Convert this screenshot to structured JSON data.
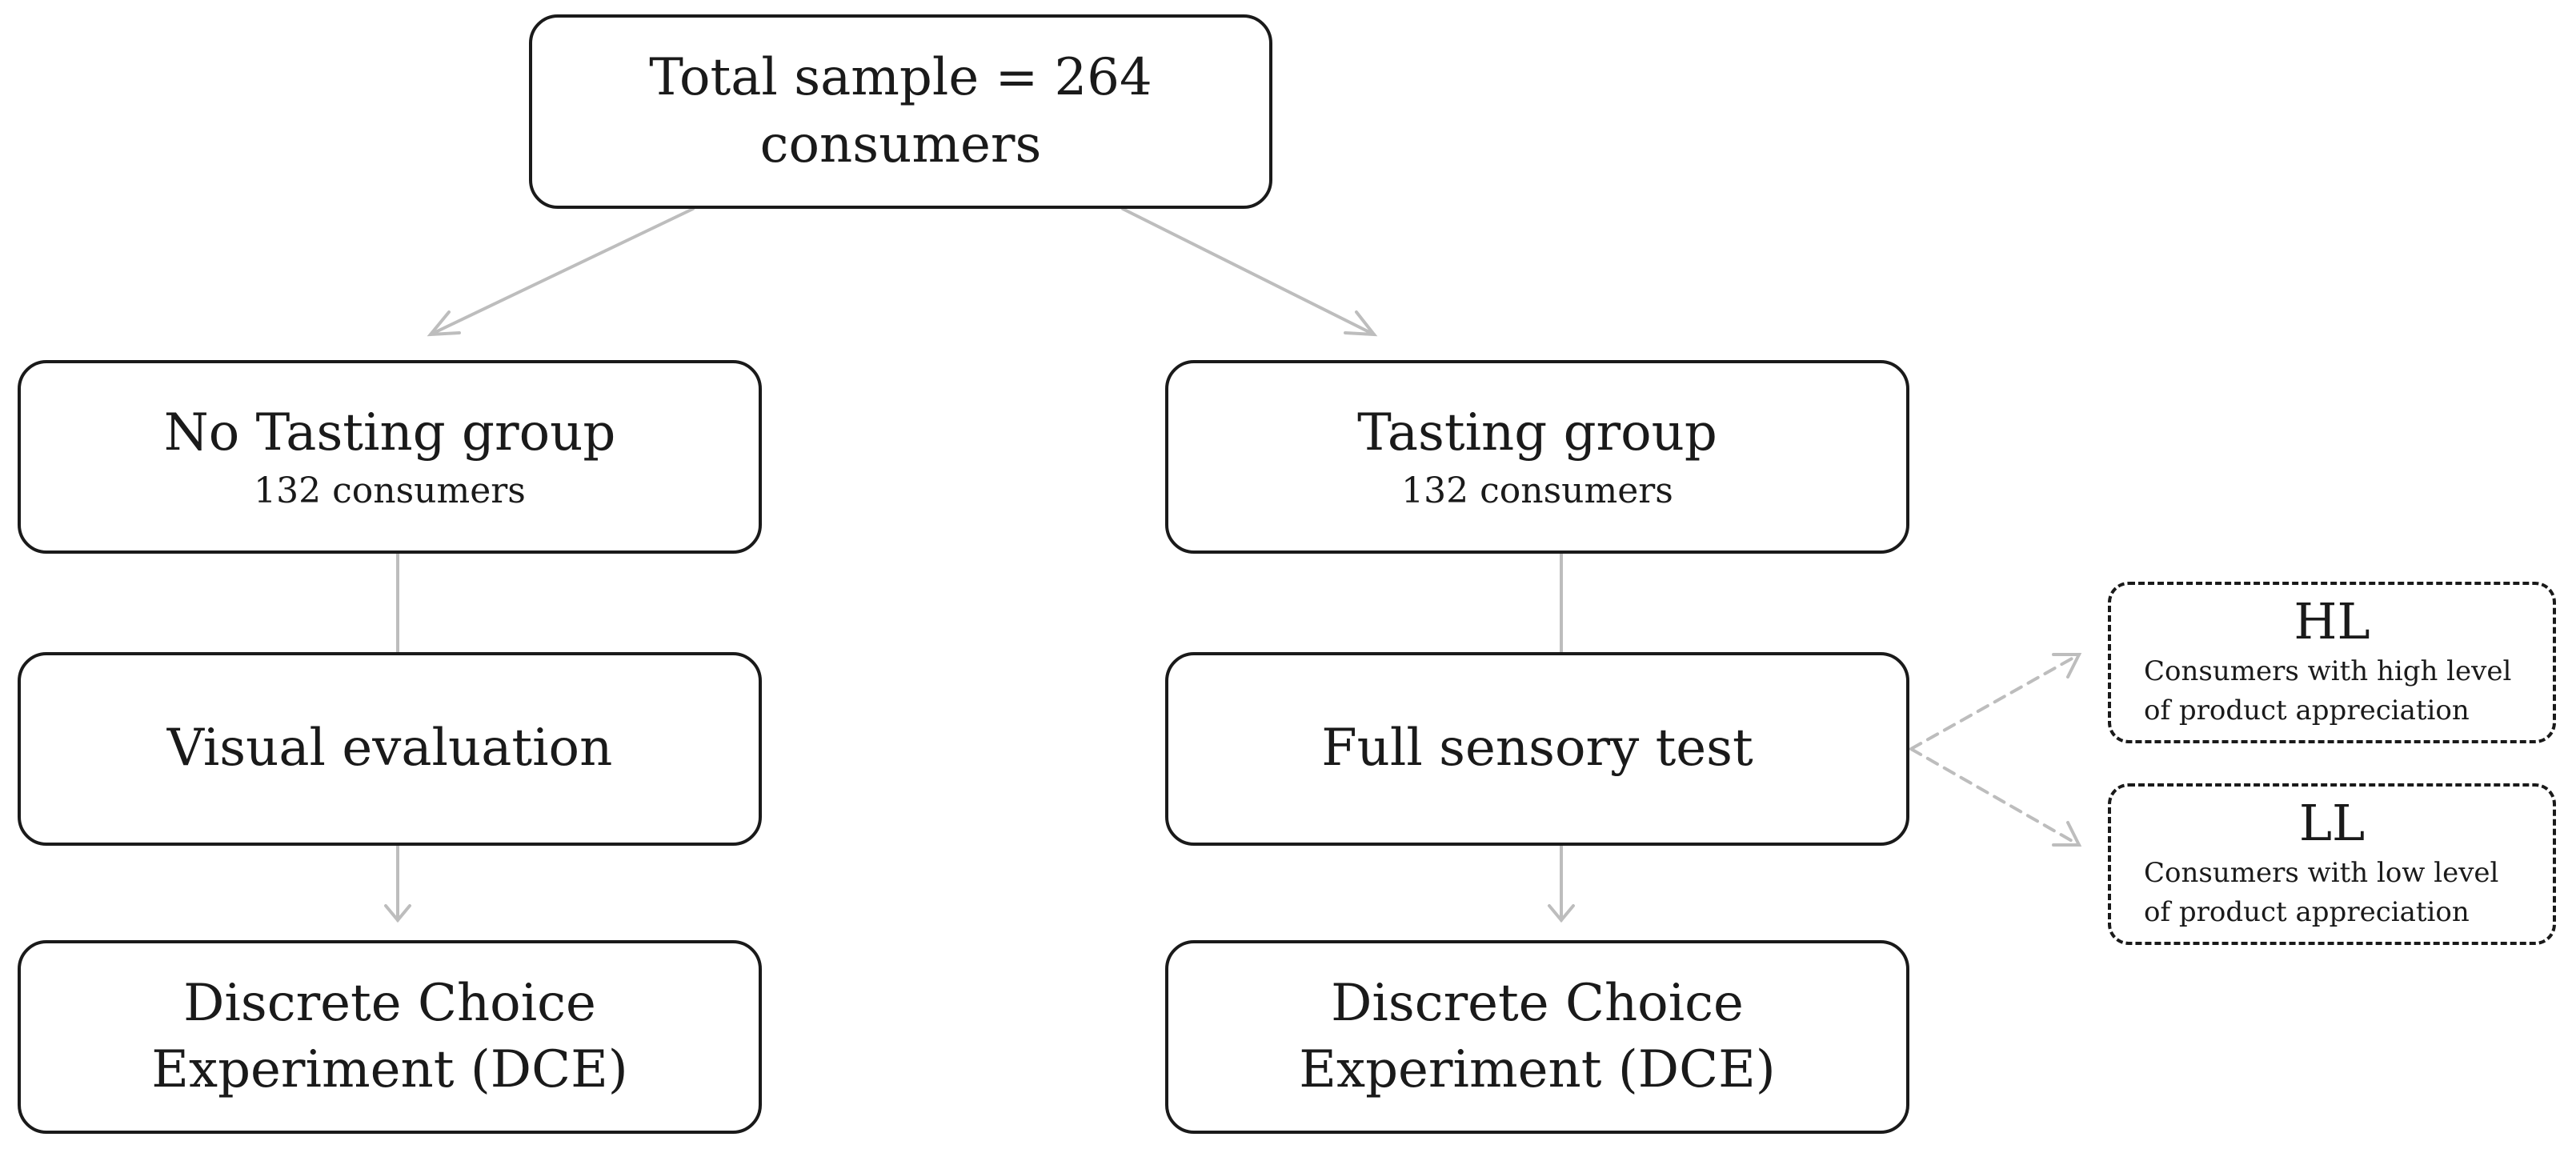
{
  "diagram": {
    "total": {
      "line1": "Total sample = 264",
      "line2": "consumers"
    },
    "no_tasting": {
      "title": "No Tasting group",
      "subtitle": "132 consumers"
    },
    "tasting": {
      "title": "Tasting group",
      "subtitle": "132 consumers"
    },
    "visual_evaluation": {
      "label": "Visual evaluation"
    },
    "full_sensory_test": {
      "label": "Full sensory test"
    },
    "dce_left": {
      "line1": "Discrete Choice",
      "line2": "Experiment (DCE)"
    },
    "dce_right": {
      "line1": "Discrete Choice",
      "line2": "Experiment (DCE)"
    },
    "hl": {
      "tag": "HL",
      "description": "Consumers with high level of product appreciation"
    },
    "ll": {
      "tag": "LL",
      "description": "Consumers with low level of product appreciation"
    }
  },
  "colors": {
    "box_border": "#1a1a1a",
    "connector": "#bdbdbd",
    "dashed_connector": "#bdbdbd"
  }
}
